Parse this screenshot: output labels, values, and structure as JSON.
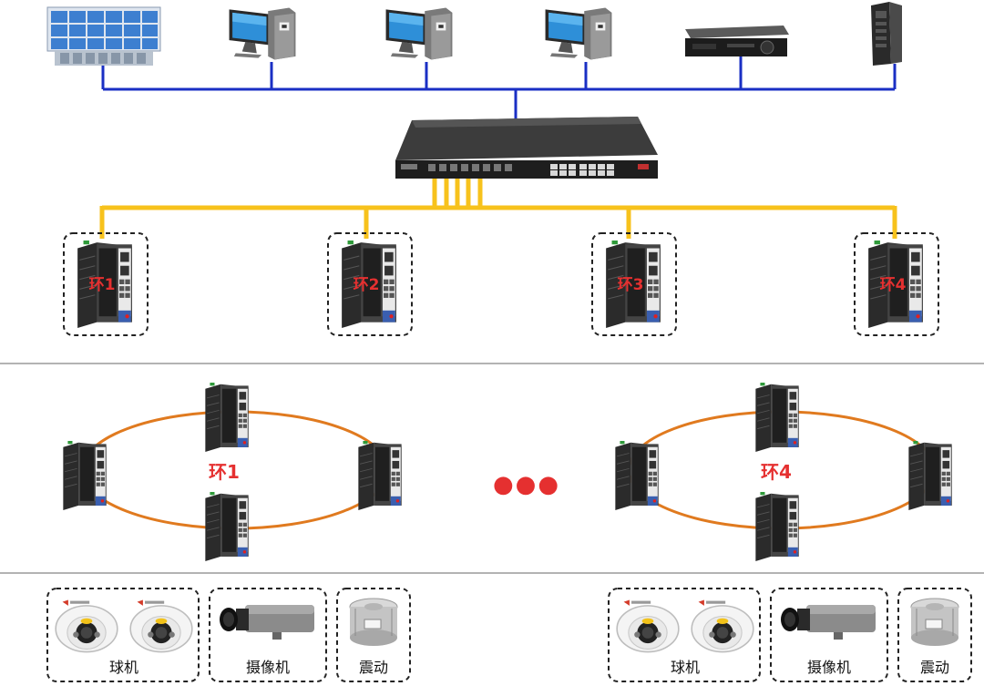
{
  "colors": {
    "blue_bus": "#1a2fc4",
    "yellow_link": "#f7c21c",
    "orange_ring": "#e07a1f",
    "ring_label": "#e53030",
    "separator": "#9a9a9a",
    "dashed_box": "#222222"
  },
  "top_devices": [
    {
      "icon": "video-wall-icon"
    },
    {
      "icon": "workstation-icon"
    },
    {
      "icon": "workstation-icon"
    },
    {
      "icon": "workstation-icon"
    },
    {
      "icon": "nvr-recorder-icon"
    },
    {
      "icon": "server-tower-icon"
    }
  ],
  "core_switch": {
    "icon": "core-switch-icon"
  },
  "ring_switches": [
    {
      "label": "环1"
    },
    {
      "label": "环2"
    },
    {
      "label": "环3"
    },
    {
      "label": "环4"
    }
  ],
  "rings": [
    {
      "label": "环1"
    },
    {
      "label": "环4"
    }
  ],
  "ellipsis": "●●●",
  "endpoint_groups": [
    {
      "dome": "球机",
      "camera": "摄像机",
      "vibration": "震动"
    },
    {
      "dome": "球机",
      "camera": "摄像机",
      "vibration": "震动"
    }
  ]
}
